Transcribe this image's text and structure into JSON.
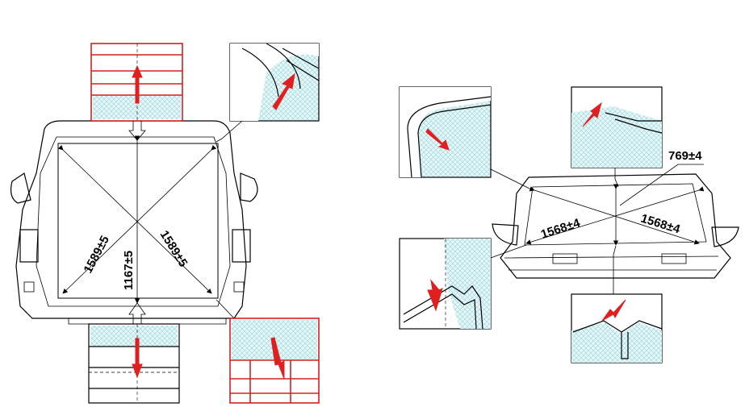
{
  "rear_view": {
    "dimensions": {
      "diag_left": "1589±5",
      "diag_right": "1589±5",
      "height": "1167±5"
    }
  },
  "front_view": {
    "dimensions": {
      "diag_left": "1568±4",
      "diag_right": "1568±4",
      "height": "769±4"
    }
  },
  "colors": {
    "accent_red": "#e02020",
    "hatch": "#a9dfe2",
    "frame_red": "#d42020"
  }
}
